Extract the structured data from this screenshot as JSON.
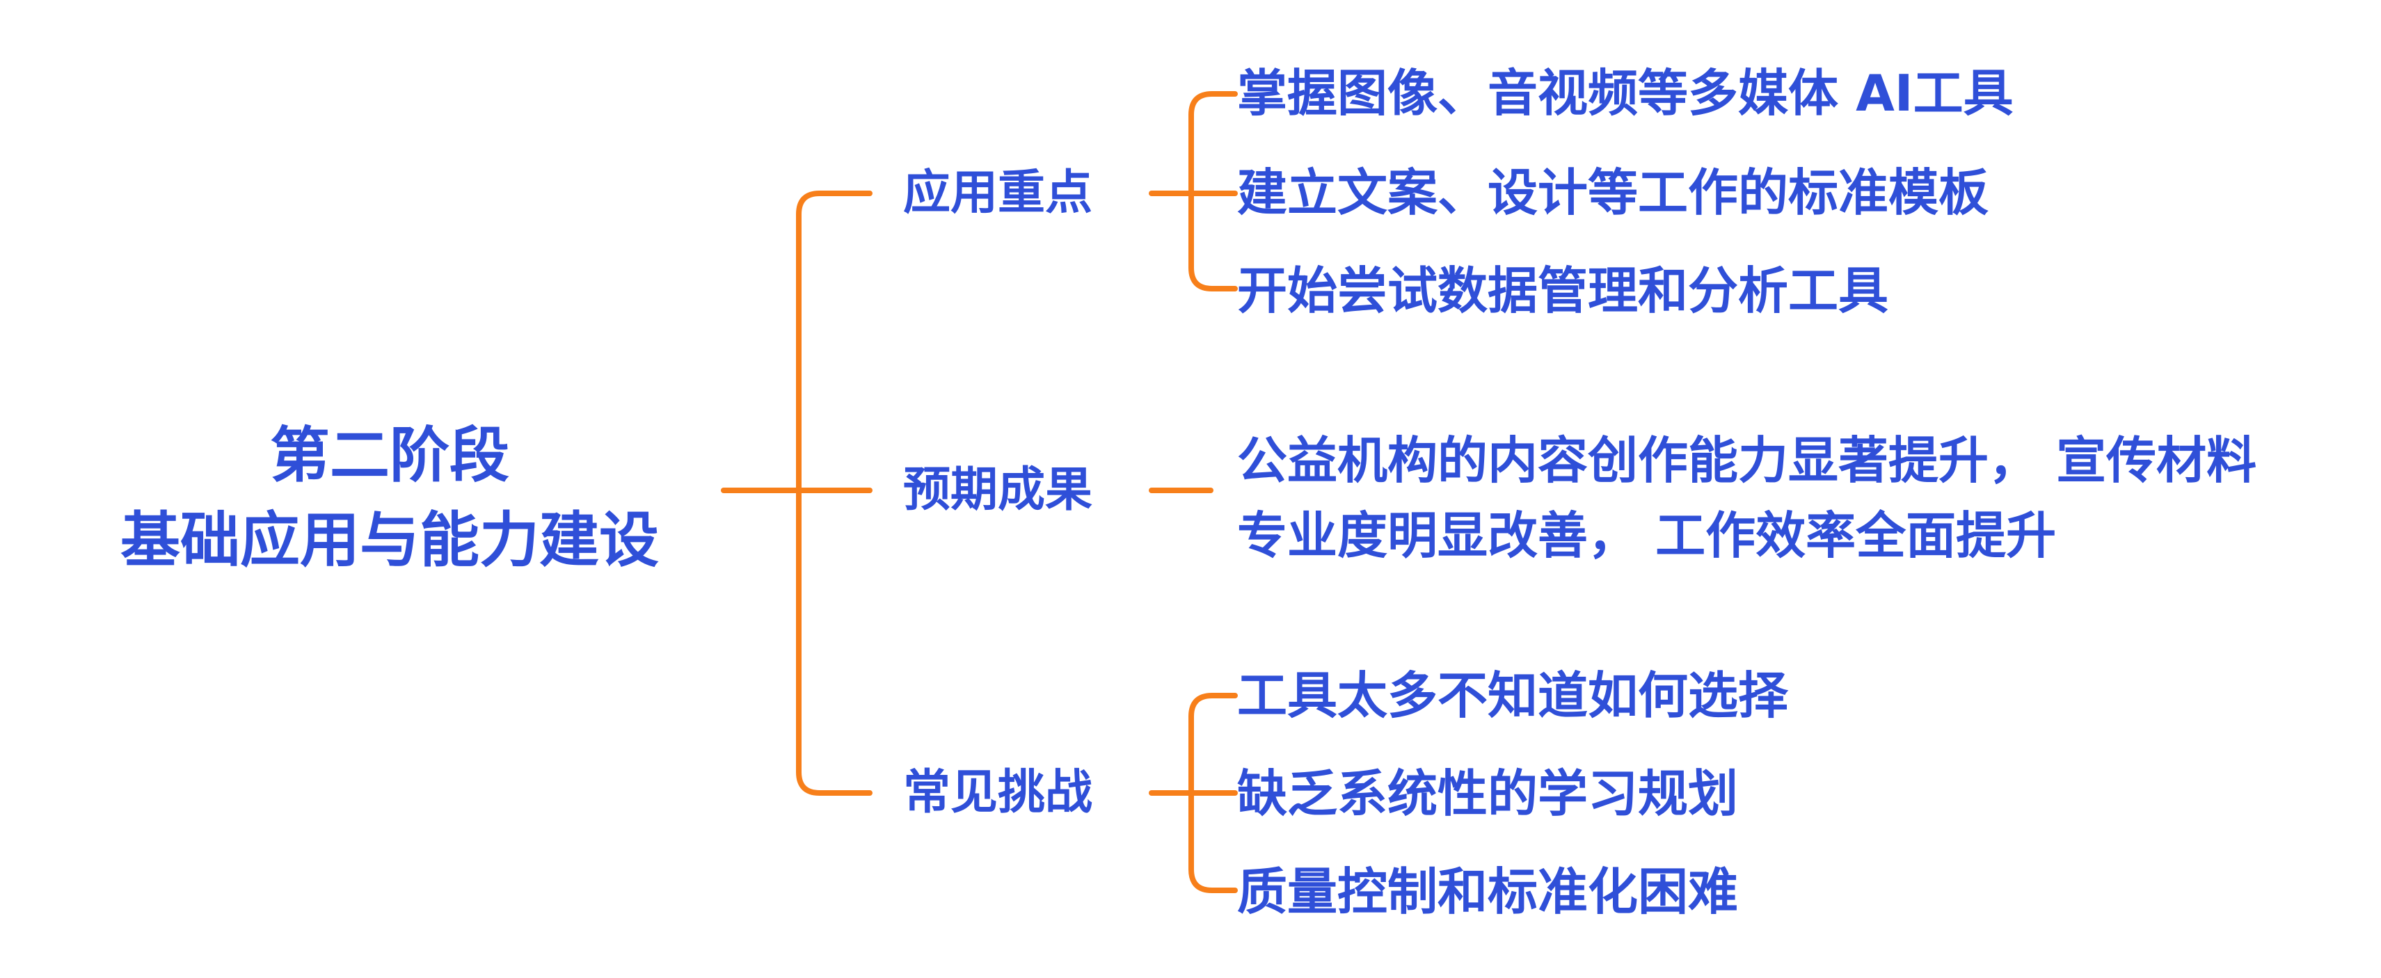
{
  "root": {
    "line1": "第二阶段",
    "line2": "基础应用与能力建设"
  },
  "branches": [
    {
      "label": "应用重点",
      "items": [
        "掌握图像、音视频等多媒体 AI工具",
        "建立文案、设计等工作的标准模板",
        "开始尝试数据管理和分析工具"
      ]
    },
    {
      "label": "预期成果",
      "items": [
        "公益机构的内容创作能力显著提升， 宣传材料",
        "专业度明显改善， 工作效率全面提升"
      ]
    },
    {
      "label": "常见挑战",
      "items": [
        "工具太多不知道如何选择",
        "缺乏系统性的学习规划",
        "质量控制和标准化困难"
      ]
    }
  ],
  "colors": {
    "text": "#2f4fd8",
    "connector": "#f77f1a"
  }
}
